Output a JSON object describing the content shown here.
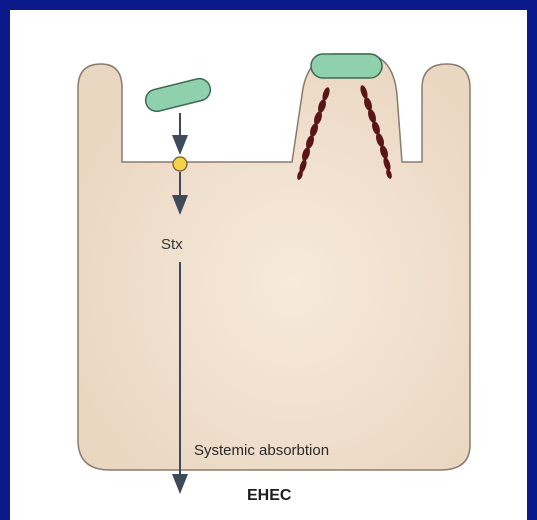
{
  "diagram": {
    "toxin_label": "Stx",
    "absorption_label": "Systemic absorbtion",
    "pathogen_label": "EHEC"
  },
  "colors": {
    "slide_background": "#0a1a8a",
    "panel": "#ffffff",
    "tissue": "#f1e1cf",
    "tissue_outline": "#8a7a70",
    "bacterium": "#8fd0ad",
    "lesion": "#5a1616",
    "arrow": "#3d4a5a",
    "toxin_particle": "#f5d24a"
  }
}
